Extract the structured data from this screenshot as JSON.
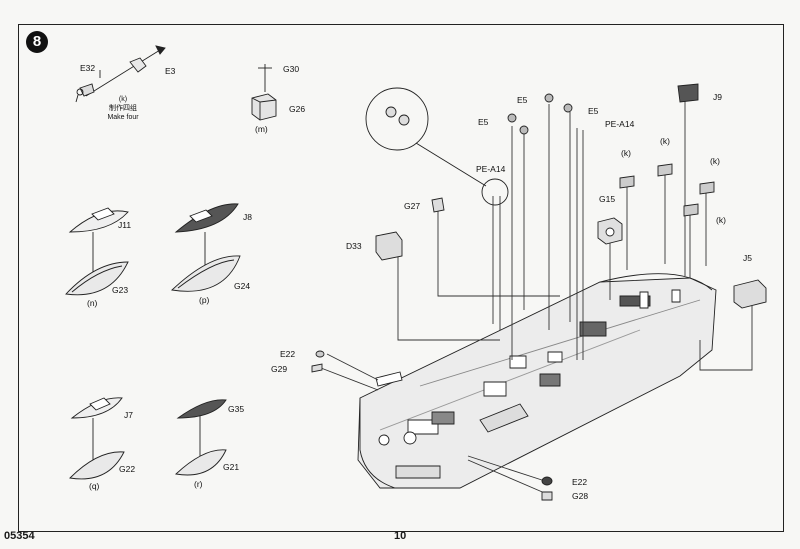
{
  "step": "8",
  "footer": {
    "code": "05354",
    "page": "10"
  },
  "sub_k": {
    "tag": "(k)",
    "cn": "制作四组",
    "en": "Make four"
  },
  "sub_tags": {
    "m": "(m)",
    "n": "(n)",
    "p": "(p)",
    "q": "(q)",
    "r": "(r)"
  },
  "parts": {
    "E32": "E32",
    "E3": "E3",
    "G30": "G30",
    "G26": "G26",
    "J11": "J11",
    "G23": "G23",
    "J8": "J8",
    "G24": "G24",
    "J7": "J7",
    "G22": "G22",
    "G35": "G35",
    "G21": "G21",
    "E5a": "E5",
    "E5b": "E5",
    "E5c": "E5",
    "PEA14a": "PE-A14",
    "PEA14b": "PE-A14",
    "G27": "G27",
    "D33": "D33",
    "G15": "G15",
    "J9": "J9",
    "J5": "J5",
    "E22a": "E22",
    "G29": "G29",
    "E22b": "E22",
    "G28": "G28",
    "k1": "(k)",
    "k2": "(k)",
    "k3": "(k)",
    "k4": "(k)"
  }
}
